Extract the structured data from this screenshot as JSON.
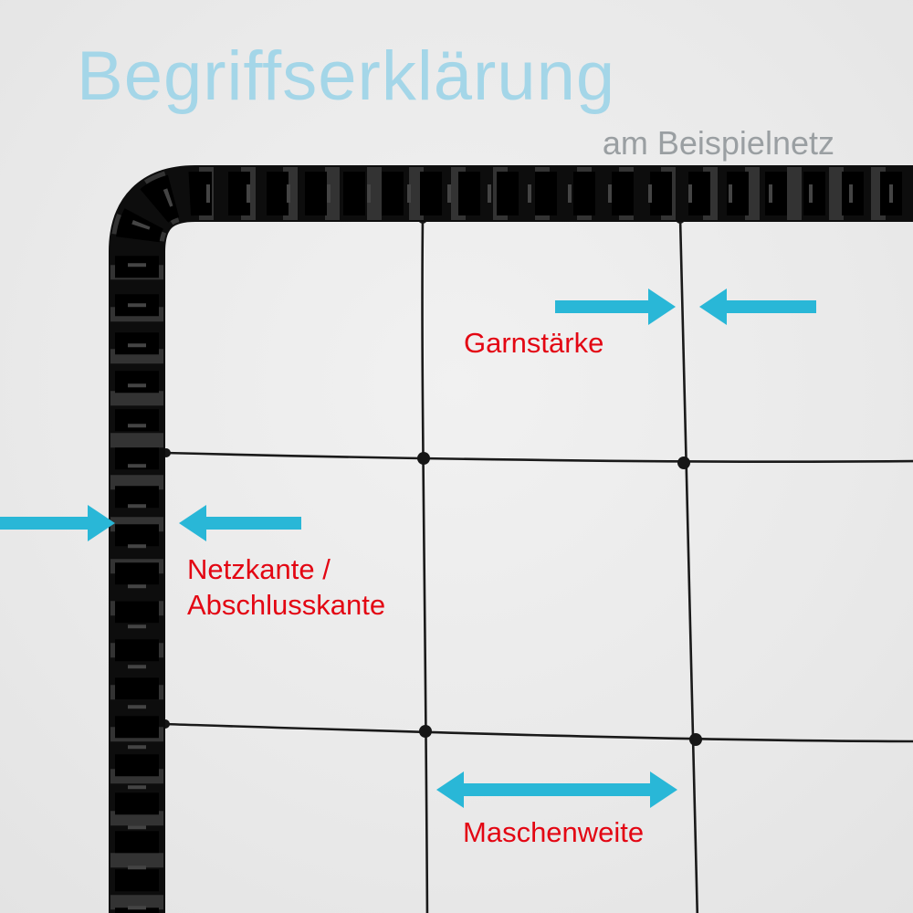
{
  "title": "Begriffserklärung",
  "subtitle": "am Beispielnetz",
  "labels": {
    "garnstaerke": "Garnstärke",
    "netzkante_line1": "Netzkante /",
    "netzkante_line2": "Abschlusskante",
    "maschenweite": "Maschenweite"
  },
  "colors": {
    "accent_arrow": "#29b7d7",
    "label_red": "#e30613",
    "title_blue": "#a4d6e8",
    "subtitle_gray": "#9a9fa2",
    "net_black": "#111111",
    "background_gray": "#ebebeb"
  }
}
